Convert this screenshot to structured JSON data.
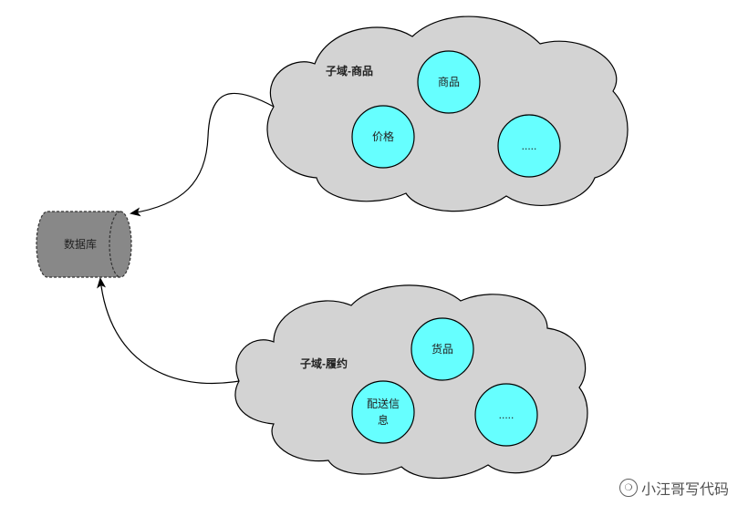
{
  "database": {
    "label": "数据库"
  },
  "domains": [
    {
      "title": "子域-商品",
      "nodes": [
        {
          "label": "商品"
        },
        {
          "label": "价格"
        },
        {
          "label": "....."
        }
      ]
    },
    {
      "title": "子域-履约",
      "nodes": [
        {
          "label": "货品"
        },
        {
          "label": "配送信",
          "label2": "息"
        },
        {
          "label": "....."
        }
      ]
    }
  ],
  "watermark": {
    "text": "小汪哥写代码",
    "icon": "wechat-icon"
  },
  "colors": {
    "cloud": "#d3d3d3",
    "node": "#66ffff",
    "database": "#888888"
  }
}
